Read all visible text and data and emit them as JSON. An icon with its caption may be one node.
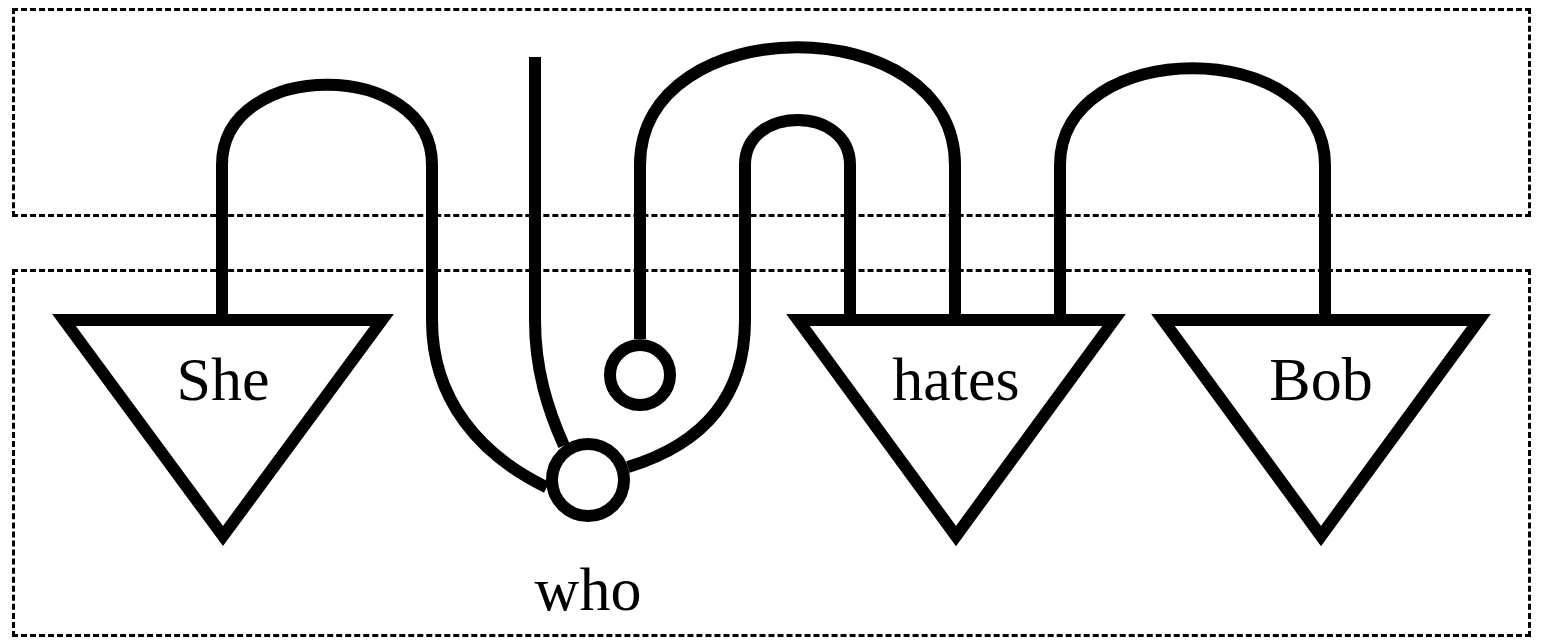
{
  "diagram": {
    "nodes": [
      {
        "text": [
          "She"
        ]
      },
      {
        "text": [],
        "shape": "circle",
        "beside": [
          "who"
        ]
      },
      {
        "text": [],
        "shape": "circle"
      },
      {
        "text": [
          "hates"
        ]
      },
      {
        "text": [
          "Bob"
        ]
      }
    ],
    "edges": [
      {
        "from": 0,
        "to": 1,
        "arrow": "none"
      },
      {
        "from": null,
        "to": 1,
        "arrow": "none"
      },
      {
        "from": 1,
        "to": 3,
        "arrow": "none"
      },
      {
        "from": 2,
        "to": 3,
        "arrow": "none"
      },
      {
        "from": 3,
        "to": 4,
        "arrow": "none"
      }
    ]
  }
}
